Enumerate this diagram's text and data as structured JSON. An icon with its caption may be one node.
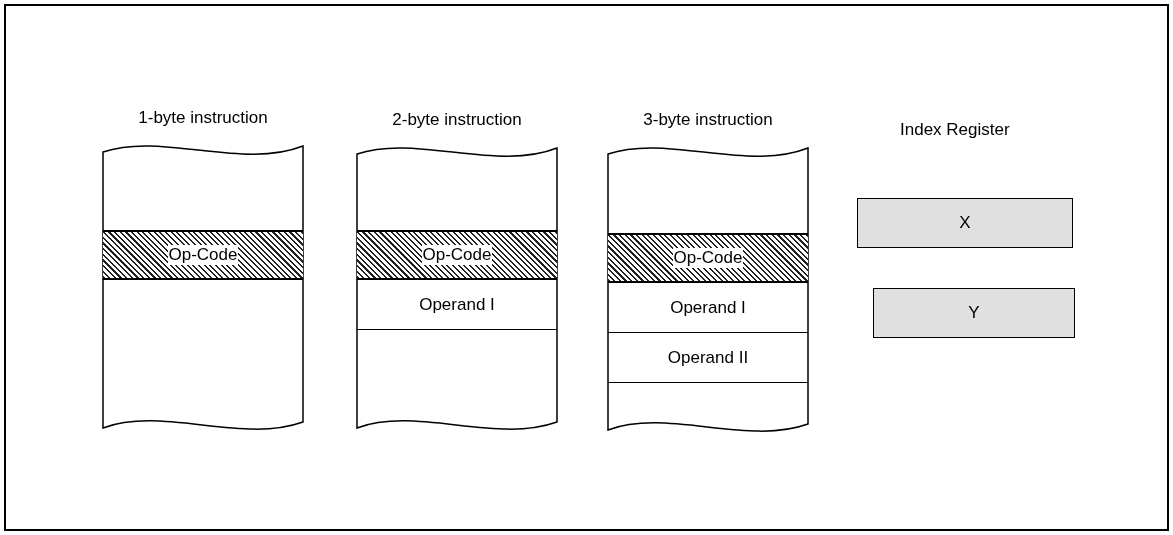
{
  "diagram": {
    "nodes": [
      {
        "text": [
          "1-byte instruction"
        ]
      },
      {
        "text": [
          "Op-Code"
        ],
        "in": 0
      },
      {
        "text": [
          "2-byte instruction"
        ]
      },
      {
        "text": [
          "Op-Code"
        ],
        "in": 2
      },
      {
        "text": [
          "Operand I"
        ],
        "in": 2
      },
      {
        "text": [
          "3-byte instruction"
        ]
      },
      {
        "text": [
          "Op-Code"
        ],
        "in": 5
      },
      {
        "text": [
          "Operand I"
        ],
        "in": 5
      },
      {
        "text": [
          "Operand II"
        ],
        "in": 5
      },
      {
        "text": [
          "X"
        ]
      },
      {
        "text": [
          "Y"
        ]
      }
    ],
    "edges": [],
    "labels": [
      "Index Register"
    ]
  }
}
